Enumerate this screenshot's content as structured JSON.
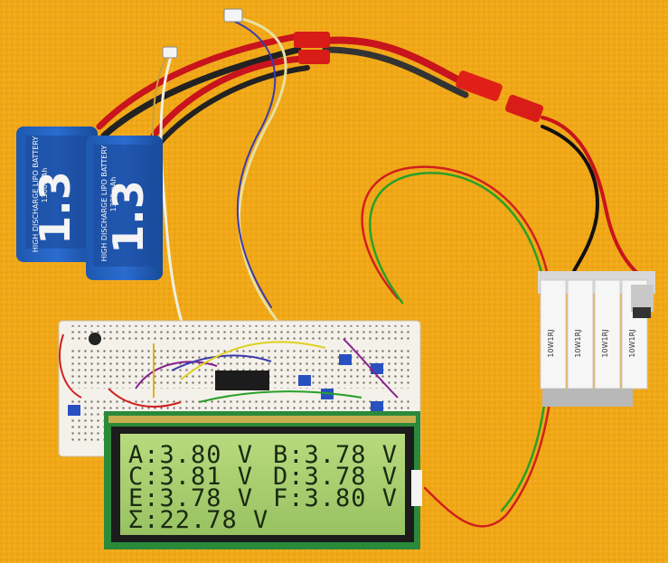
{
  "photo": {
    "background_color": "#f0a818",
    "batteries": [
      {
        "big_label": "1.3",
        "line1": "1300mAh",
        "line2": "HIGH DISCHARGE LIPO BATTERY"
      },
      {
        "big_label": "1.3",
        "line1": "1300mAh",
        "line2": "HIGH DISCHARGE LIPO BATTERY"
      }
    ],
    "resistor_labels": [
      "10W1RJ",
      "10W1RJ",
      "10W1RJ",
      "10W1RJ"
    ],
    "lcd": {
      "backlight_color": "#a8d070",
      "rows": [
        {
          "left": "A:3.80 V",
          "right": "B:3.78 V"
        },
        {
          "left": "C:3.81 V",
          "right": "D:3.78 V"
        },
        {
          "left": "E:3.78 V",
          "right": "F:3.80 V"
        },
        {
          "left": "Σ:22.78 V",
          "right": ""
        }
      ]
    }
  }
}
